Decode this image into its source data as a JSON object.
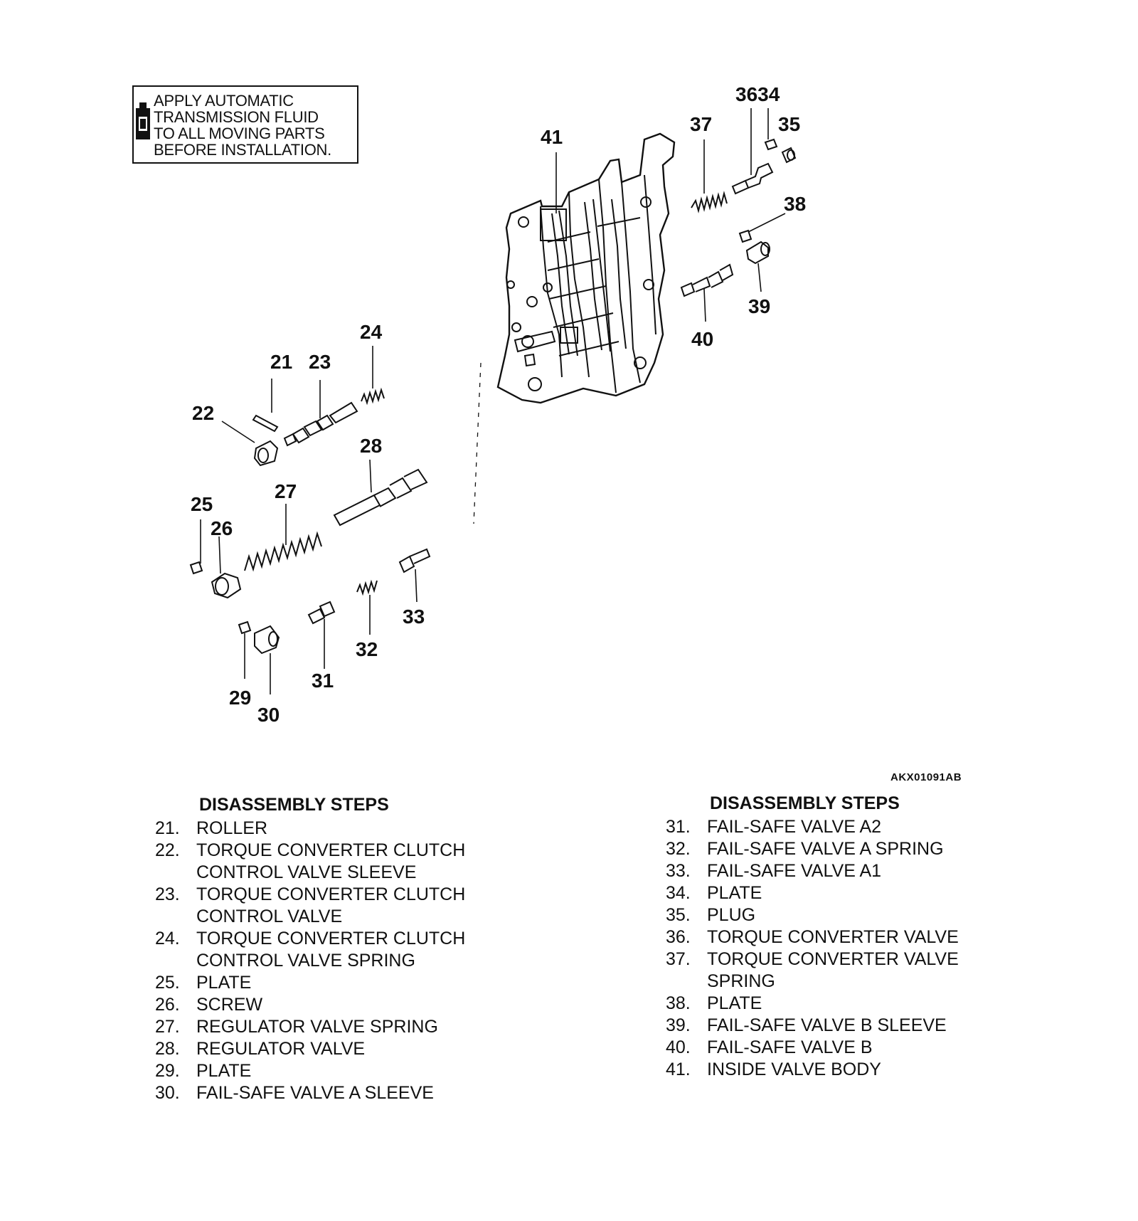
{
  "notice": {
    "lines": [
      "APPLY AUTOMATIC",
      "TRANSMISSION FLUID",
      "TO ALL MOVING PARTS",
      "BEFORE INSTALLATION."
    ],
    "icon": "fluid-bottle-icon"
  },
  "callouts": {
    "c21": "21",
    "c22": "22",
    "c23": "23",
    "c24": "24",
    "c25": "25",
    "c26": "26",
    "c27": "27",
    "c28": "28",
    "c29": "29",
    "c30": "30",
    "c31": "31",
    "c32": "32",
    "c33": "33",
    "c3634": "3634",
    "c35": "35",
    "c37": "37",
    "c38": "38",
    "c39": "39",
    "c40": "40",
    "c41": "41"
  },
  "figure_id": "AKX01091AB",
  "steps_left": {
    "heading": "DISASSEMBLY STEPS",
    "items": [
      {
        "num": "21.",
        "text": "ROLLER"
      },
      {
        "num": "22.",
        "text": "TORQUE CONVERTER CLUTCH\nCONTROL VALVE SLEEVE"
      },
      {
        "num": "23.",
        "text": "TORQUE CONVERTER CLUTCH\nCONTROL VALVE"
      },
      {
        "num": "24.",
        "text": "TORQUE CONVERTER CLUTCH\nCONTROL VALVE SPRING"
      },
      {
        "num": "25.",
        "text": "PLATE"
      },
      {
        "num": "26.",
        "text": "SCREW"
      },
      {
        "num": "27.",
        "text": "REGULATOR VALVE SPRING"
      },
      {
        "num": "28.",
        "text": "REGULATOR VALVE"
      },
      {
        "num": "29.",
        "text": "PLATE"
      },
      {
        "num": "30.",
        "text": "FAIL-SAFE VALVE A SLEEVE"
      }
    ]
  },
  "steps_right": {
    "heading": "DISASSEMBLY STEPS",
    "items": [
      {
        "num": "31.",
        "text": "FAIL-SAFE VALVE A2"
      },
      {
        "num": "32.",
        "text": "FAIL-SAFE VALVE A SPRING"
      },
      {
        "num": "33.",
        "text": "FAIL-SAFE VALVE A1"
      },
      {
        "num": "34.",
        "text": "PLATE"
      },
      {
        "num": "35.",
        "text": "PLUG"
      },
      {
        "num": "36.",
        "text": "TORQUE CONVERTER VALVE"
      },
      {
        "num": "37.",
        "text": "TORQUE CONVERTER VALVE\nSPRING"
      },
      {
        "num": "38.",
        "text": "PLATE"
      },
      {
        "num": "39.",
        "text": "FAIL-SAFE VALVE B SLEEVE"
      },
      {
        "num": "40.",
        "text": "FAIL-SAFE VALVE B"
      },
      {
        "num": "41.",
        "text": "INSIDE VALVE BODY"
      }
    ]
  }
}
